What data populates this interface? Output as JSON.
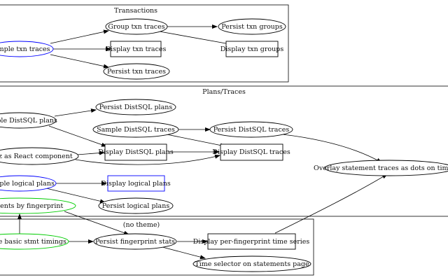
{
  "clusters": [
    {
      "id": "transactions",
      "label": "Transactions"
    },
    {
      "id": "plans_traces",
      "label": "Plans/Traces"
    },
    {
      "id": "no_theme",
      "label": "(no theme)"
    }
  ],
  "nodes": [
    {
      "id": "sample_txn_traces",
      "label": "Sample txn traces",
      "shape": "ellipse",
      "color": "#0000ff"
    },
    {
      "id": "group_txn_traces",
      "label": "Group txn traces",
      "shape": "ellipse",
      "color": "#000000"
    },
    {
      "id": "display_txn_traces",
      "label": "Display txn traces",
      "shape": "box",
      "color": "#000000"
    },
    {
      "id": "persist_txn_traces",
      "label": "Persist txn traces",
      "shape": "ellipse",
      "color": "#000000"
    },
    {
      "id": "persist_txn_groups",
      "label": "Persist txn groups",
      "shape": "ellipse",
      "color": "#000000"
    },
    {
      "id": "display_txn_groups",
      "label": "Display txn groups",
      "shape": "box",
      "color": "#000000"
    },
    {
      "id": "sample_distsql_plans",
      "label": "Sample DistSQL plans",
      "shape": "ellipse",
      "color": "#000000"
    },
    {
      "id": "persist_distsql_plans",
      "label": "Persist DistSQL plans",
      "shape": "ellipse",
      "color": "#000000"
    },
    {
      "id": "sample_distsql_traces",
      "label": "Sample DistSQL traces",
      "shape": "ellipse",
      "color": "#000000"
    },
    {
      "id": "persist_distsql_traces",
      "label": "Persist DistSQL traces",
      "shape": "ellipse",
      "color": "#000000"
    },
    {
      "id": "viz_react",
      "label": "Viz as React component",
      "shape": "ellipse",
      "color": "#000000"
    },
    {
      "id": "display_distsql_plans",
      "label": "Display DistSQL plans",
      "shape": "box",
      "color": "#000000"
    },
    {
      "id": "display_distsql_traces",
      "label": "Display DistSQL traces",
      "shape": "box",
      "color": "#000000"
    },
    {
      "id": "overlay_stmt_traces",
      "label": "Overlay statement traces as dots on timeline",
      "shape": "ellipse",
      "color": "#000000"
    },
    {
      "id": "sample_logical_plans",
      "label": "Sample logical plans",
      "shape": "ellipse",
      "color": "#0000ff"
    },
    {
      "id": "display_logical_plans",
      "label": "Display logical plans",
      "shape": "box",
      "color": "#0000ff"
    },
    {
      "id": "persist_logical_plans",
      "label": "Persist logical plans",
      "shape": "ellipse",
      "color": "#000000"
    },
    {
      "id": "stmts_by_fingerprint",
      "label": "Statements by fingerprint",
      "shape": "ellipse",
      "color": "#00cc00"
    },
    {
      "id": "basic_stmt_timings",
      "label": "Measure basic stmt timings",
      "shape": "ellipse",
      "color": "#00cc00"
    },
    {
      "id": "persist_fingerprint_stats",
      "label": "Persist fingerprint stats",
      "shape": "ellipse",
      "color": "#000000"
    },
    {
      "id": "display_per_fp_ts",
      "label": "Display per-fingerprint time series",
      "shape": "box",
      "color": "#000000"
    },
    {
      "id": "time_selector",
      "label": "Time selector on statements page",
      "shape": "ellipse",
      "color": "#000000"
    }
  ],
  "edges": [
    {
      "from": "sample_txn_traces",
      "to": "group_txn_traces"
    },
    {
      "from": "sample_txn_traces",
      "to": "display_txn_traces"
    },
    {
      "from": "sample_txn_traces",
      "to": "persist_txn_traces"
    },
    {
      "from": "group_txn_traces",
      "to": "persist_txn_groups"
    },
    {
      "from": "group_txn_traces",
      "to": "display_txn_groups"
    },
    {
      "from": "sample_distsql_plans",
      "to": "persist_distsql_plans"
    },
    {
      "from": "sample_distsql_plans",
      "to": "display_distsql_plans"
    },
    {
      "from": "viz_react",
      "to": "display_distsql_plans"
    },
    {
      "from": "viz_react",
      "to": "display_distsql_traces"
    },
    {
      "from": "sample_distsql_traces",
      "to": "persist_distsql_traces"
    },
    {
      "from": "sample_distsql_traces",
      "to": "display_distsql_traces"
    },
    {
      "from": "display_distsql_plans",
      "to": "display_distsql_traces"
    },
    {
      "from": "persist_distsql_traces",
      "to": "overlay_stmt_traces"
    },
    {
      "from": "sample_logical_plans",
      "to": "display_logical_plans"
    },
    {
      "from": "sample_logical_plans",
      "to": "persist_logical_plans"
    },
    {
      "from": "basic_stmt_timings",
      "to": "stmts_by_fingerprint"
    },
    {
      "from": "basic_stmt_timings",
      "to": "persist_fingerprint_stats"
    },
    {
      "from": "stmts_by_fingerprint",
      "to": "persist_fingerprint_stats"
    },
    {
      "from": "persist_fingerprint_stats",
      "to": "display_per_fp_ts"
    },
    {
      "from": "persist_fingerprint_stats",
      "to": "time_selector"
    },
    {
      "from": "display_per_fp_ts",
      "to": "overlay_stmt_traces"
    }
  ]
}
